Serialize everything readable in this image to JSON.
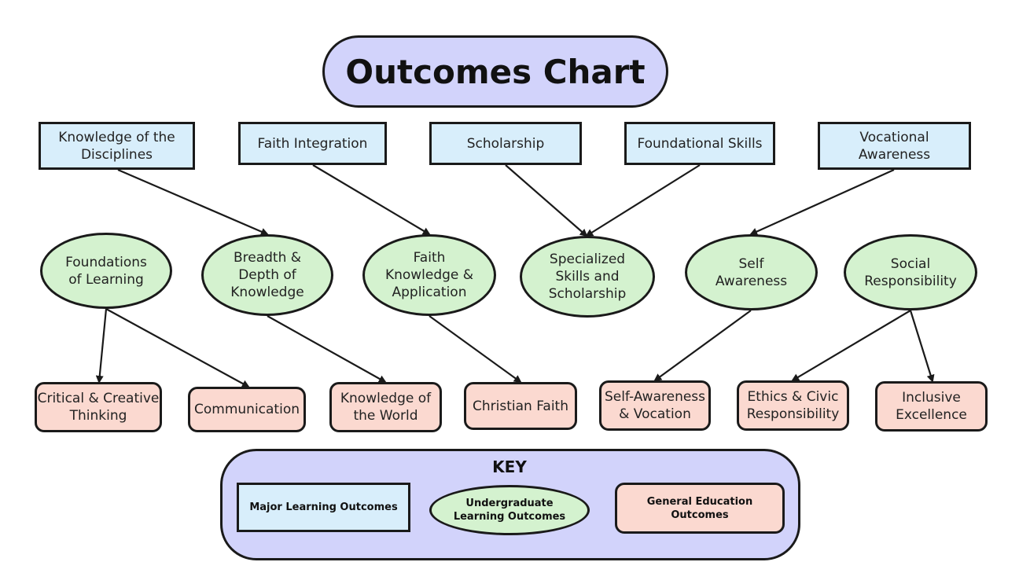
{
  "title": "Outcomes Chart",
  "major_outcomes": [
    {
      "id": "m1",
      "label": "Knowledge of the\nDisciplines"
    },
    {
      "id": "m2",
      "label": "Faith Integration"
    },
    {
      "id": "m3",
      "label": "Scholarship"
    },
    {
      "id": "m4",
      "label": "Foundational Skills"
    },
    {
      "id": "m5",
      "label": "Vocational\nAwareness"
    }
  ],
  "undergraduate_outcomes": [
    {
      "id": "u1",
      "label": "Foundations\nof Learning"
    },
    {
      "id": "u2",
      "label": "Breadth &\nDepth of\nKnowledge"
    },
    {
      "id": "u3",
      "label": "Faith\nKnowledge &\nApplication"
    },
    {
      "id": "u4",
      "label": "Specialized\nSkills and\nScholarship"
    },
    {
      "id": "u5",
      "label": "Self\nAwareness"
    },
    {
      "id": "u6",
      "label": "Social\nResponsibility"
    }
  ],
  "general_education_outcomes": [
    {
      "id": "g1",
      "label": "Critical & Creative\nThinking"
    },
    {
      "id": "g2",
      "label": "Communication"
    },
    {
      "id": "g3",
      "label": "Knowledge of\nthe World"
    },
    {
      "id": "g4",
      "label": "Christian Faith"
    },
    {
      "id": "g5",
      "label": "Self-Awareness\n& Vocation"
    },
    {
      "id": "g6",
      "label": "Ethics & Civic\nResponsibility"
    },
    {
      "id": "g7",
      "label": "Inclusive\nExcellence"
    }
  ],
  "connections": [
    {
      "from": "m1",
      "to": "u2"
    },
    {
      "from": "m2",
      "to": "u3"
    },
    {
      "from": "m3",
      "to": "u4"
    },
    {
      "from": "m4",
      "to": "u4"
    },
    {
      "from": "m5",
      "to": "u5"
    },
    {
      "from": "u1",
      "to": "g1"
    },
    {
      "from": "u1",
      "to": "g2"
    },
    {
      "from": "u2",
      "to": "g3"
    },
    {
      "from": "u3",
      "to": "g4"
    },
    {
      "from": "u5",
      "to": "g5"
    },
    {
      "from": "u6",
      "to": "g6"
    },
    {
      "from": "u6",
      "to": "g7"
    }
  ],
  "key": {
    "title": "KEY",
    "major": "Major Learning Outcomes",
    "undergraduate": "Undergraduate\nLearning Outcomes",
    "general": "General Education Outcomes"
  },
  "colors": {
    "title_fill": "#d2d3fb",
    "major_fill": "#d8eefb",
    "undergraduate_fill": "#d4f2cf",
    "general_fill": "#fbd9d0",
    "outline": "#1a1a1a"
  }
}
